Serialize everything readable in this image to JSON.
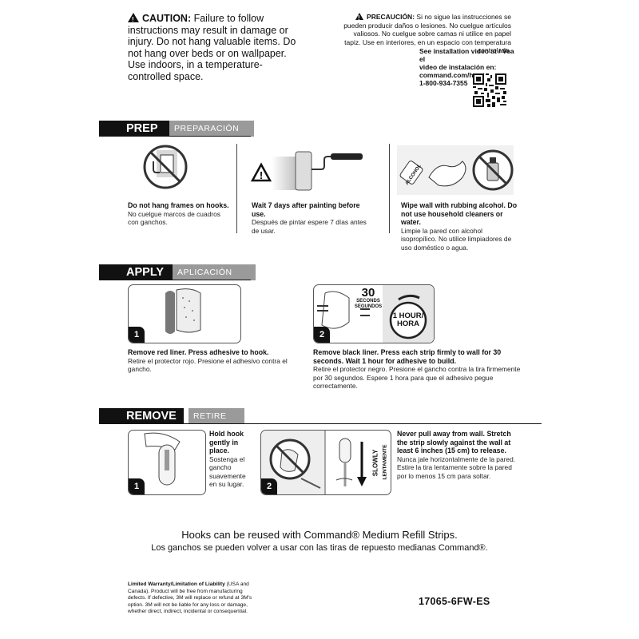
{
  "caution": {
    "label": "CAUTION:",
    "text": "Failure to follow instructions may result in damage or injury. Do not hang valuable items. Do not hang over beds or on wallpaper. Use indoors, in a temperature-controlled space."
  },
  "precaucion": {
    "label": "PRECAUCIÓN:",
    "text": "Si no sigue las instrucciones se pueden producir daños o lesiones. No cuelgue artículos valiosos. No cuelgue sobre camas ni utilice en papel tapiz. Use en interiores, en un espacio con temperatura controlada."
  },
  "install": {
    "line1": "See installation video at / Vea el",
    "line2": "video de instalación en:",
    "line3": "command.com/howtouse",
    "line4": "1-800-934-7355"
  },
  "prep": {
    "title": "PREP",
    "subtitle": "PREPARACIÓN",
    "items": [
      {
        "bold": "Do not hang frames on hooks.",
        "normal": "No cuelgue marcos de cuadros con ganchos."
      },
      {
        "bold": "Wait 7 days after painting before use.",
        "normal": "Después de pintar espere 7 días antes de usar."
      },
      {
        "bold": "Wipe wall with rubbing alcohol. Do not use household cleaners or water.",
        "normal": "Limpie la pared con alcohol isopropílico. No utilice limpiadores de uso doméstico o agua.",
        "bottle_label": "ALCOHOL"
      }
    ]
  },
  "apply": {
    "title": "APPLY",
    "subtitle": "APLICACIÓN",
    "steps": [
      {
        "num": "1",
        "bold": "Remove red liner. Press adhesive to hook.",
        "normal": "Retire el protector rojo. Presione el adhesivo contra el gancho."
      },
      {
        "num": "2",
        "bold": "Remove black liner. Press each strip firmly to wall for 30 seconds. Wait 1 hour for adhesive to build.",
        "normal": "Retire el protector negro. Presione el gancho contra la tira firmemente por 30 segundos. Espere 1 hora para que el adhesivo pegue correctamente.",
        "seconds": "30",
        "seconds_label1": "SECONDS",
        "seconds_label2": "SEGUNDOS",
        "hour1": "1 HOUR/",
        "hour2": "HORA"
      }
    ]
  },
  "remove": {
    "title": "REMOVE",
    "subtitle": "RETIRE",
    "steps": [
      {
        "num": "1",
        "bold": "Hold hook gently in place.",
        "normal": "Sostenga el gancho suavemente en su lugar."
      },
      {
        "num": "2",
        "bold": "Never pull away from wall. Stretch the strip slowly against the wall at least 6 inches (15 cm) to release.",
        "normal": "Nunca jale horizontalmente de la pared. Estire la tira lentamente sobre la pared por lo menos 15 cm para soltar.",
        "slowly": "SLOWLY",
        "lentamente": "LENTAMENTE"
      }
    ]
  },
  "reuse": {
    "en": "Hooks can be reused with Command® Medium Refill Strips.",
    "es": "Los ganchos se pueden volver a usar con las tiras de repuesto medianas Command®."
  },
  "warranty": {
    "bold": "Limited Warranty/Limitation of Liability",
    "text": "(USA and Canada). Product will be free from manufacturing defects. If defective, 3M will replace or refund at 3M's option. 3M will not be liable for any loss or damage, whether direct, indirect, incidental or consequential."
  },
  "product_code": "17065-6FW-ES"
}
